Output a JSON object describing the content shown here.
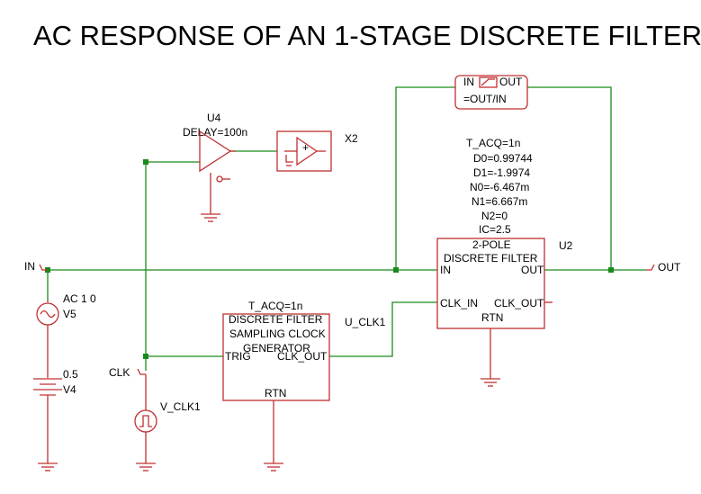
{
  "title": "AC RESPONSE OF AN 1-STAGE DISCRETE FILTER",
  "colors": {
    "wire": "#1a8a1a",
    "component": "#c03030",
    "text": "#000000"
  },
  "nets": {
    "in": "IN",
    "out": "OUT",
    "clk": "CLK",
    "u_clk1": "U_CLK1"
  },
  "u4": {
    "ref": "U4",
    "delay": "DELAY=100n"
  },
  "x2": {
    "ref": "X2"
  },
  "meter": {
    "in_pin": "IN",
    "out_pin": "OUT",
    "expr": "=OUT/IN"
  },
  "u2": {
    "ref": "U2",
    "params": [
      "T_ACQ=1n",
      "D0=0.99744",
      "D1=-1.9974",
      "N0=-6.467m",
      "N1=6.667m",
      "N2=0",
      "IC=2.5"
    ],
    "name_line1": "2-POLE",
    "name_line2": "DISCRETE FILTER",
    "pin_in": "IN",
    "pin_out": "OUT",
    "pin_clk_in": "CLK_IN",
    "pin_clk_out": "CLK_OUT",
    "pin_rtn": "RTN"
  },
  "clkgen": {
    "param": "T_ACQ=1n",
    "name_lines": [
      "DISCRETE FILTER",
      "SAMPLING CLOCK",
      "GENERATOR"
    ],
    "pin_trig": "TRIG",
    "pin_clk_out": "CLK_OUT",
    "pin_rtn": "RTN"
  },
  "v5": {
    "ref": "V5",
    "value": "AC 1 0"
  },
  "v4": {
    "ref": "V4",
    "value": "0.5"
  },
  "vclk": {
    "ref": "V_CLK1"
  },
  "icons": [
    "ac-source-icon",
    "dc-source-icon",
    "pulse-source-icon",
    "ground-icon",
    "buffer-icon",
    "opamp-icon",
    "port-connector-icon",
    "junction-dot-icon"
  ]
}
